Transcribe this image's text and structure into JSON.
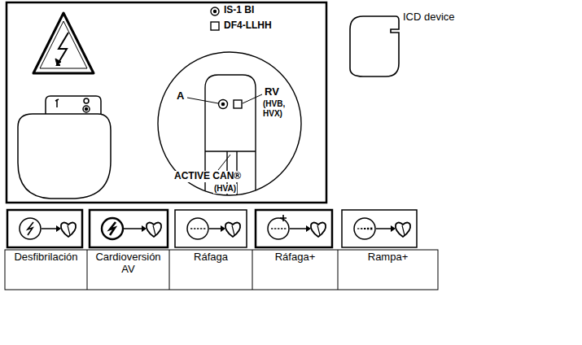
{
  "diagram": {
    "labels": [
      "ICD device",
      "A",
      "RV",
      "(HVB, HVX)",
      "ACTIVE CAN®",
      "(HVA)",
      "Desfibrilación",
      "Cardioversión AV",
      "Ráfaga",
      "Ráfaga+",
      "Rampa+"
    ],
    "legend": [
      {
        "text": "IS-1 BI"
      },
      {
        "text": "DF4-LLHH"
      }
    ]
  }
}
